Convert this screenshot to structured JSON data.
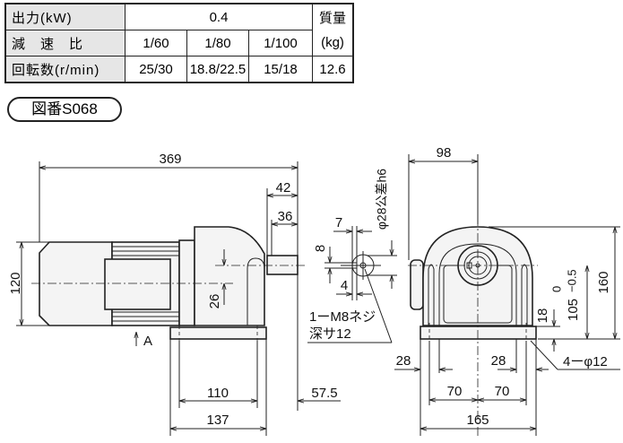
{
  "spec_table": {
    "row_output": {
      "label": "出力(kW)",
      "value": "0.4",
      "mass_header": "質量"
    },
    "row_ratio": {
      "label": "減　速　比",
      "values": [
        "1/60",
        "1/80",
        "1/100"
      ],
      "mass_unit": "(kg)"
    },
    "row_speed": {
      "label": "回転数(r/min)",
      "values": [
        "25/30",
        "18.8/22.5",
        "15/18"
      ],
      "mass": "12.6"
    }
  },
  "drawing_number": "図番S068",
  "side_view": {
    "overall_length": "369",
    "height": "120",
    "shaft_length": "42",
    "key_length": "36",
    "offset": "26",
    "view_arrow": "A",
    "foot_inner": "110",
    "foot_outer": "137",
    "shaft_overhang": "57.5"
  },
  "shaft_end": {
    "key_width_dim": "7",
    "key_height_dim": "8",
    "key_depth_dim": "4",
    "shaft_diameter": "φ28公差h6",
    "tap_note_line1": "1ーM8ネジ",
    "tap_note_line2": "深サ12"
  },
  "front_view": {
    "half_width": "98",
    "total_height": "160",
    "center_height": "105",
    "center_tol_upper": "0",
    "center_tol_lower": "−0.5",
    "foot_thickness": "18",
    "hole_note": "4ーφ12",
    "foot_edge_left": "28",
    "foot_edge_right": "28",
    "hole_pitch_left": "70",
    "hole_pitch_right": "70",
    "base_width": "165"
  }
}
